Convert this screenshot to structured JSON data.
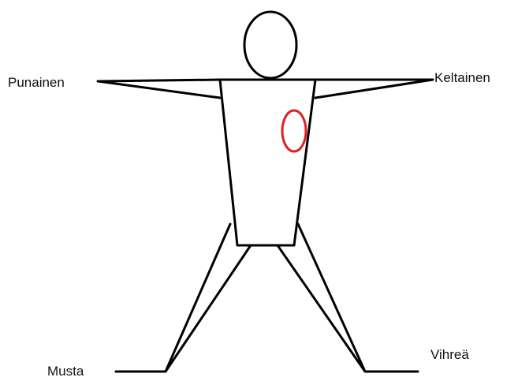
{
  "electrodes": {
    "right_arm": "Punainen",
    "left_arm": "Keltainen",
    "right_leg": "Musta",
    "left_leg": "Vihreä"
  },
  "colors": {
    "outline": "#000000",
    "heart_marker": "#e02020"
  }
}
